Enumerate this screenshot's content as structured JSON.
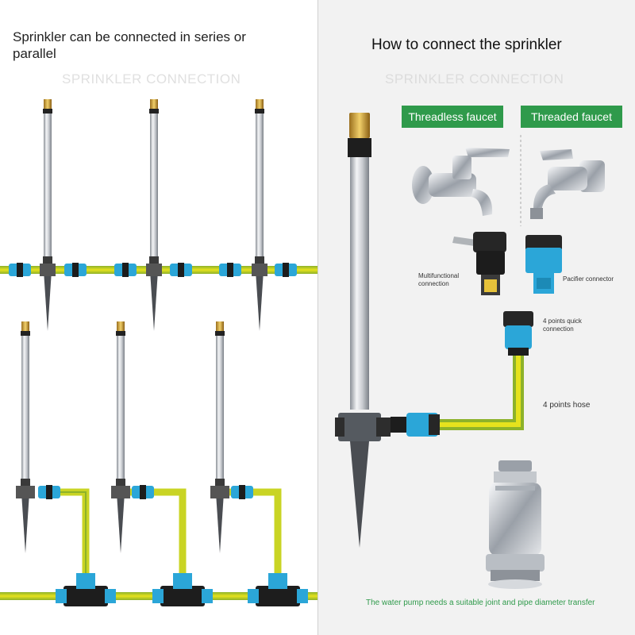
{
  "left": {
    "title": "Sprinkler can be connected in series or parallel",
    "watermark": "SPRINKLER CONNECTION"
  },
  "right": {
    "title": "How to connect the sprinkler",
    "watermark": "SPRINKLER CONNECTION",
    "threadless_label": "Threadless faucet",
    "threaded_label": "Threaded faucet",
    "multifunctional_caption": "Multifunctional connection",
    "pacifier_caption": "Pacifier connector",
    "quick_caption": "4 points quick connection",
    "hose_caption": "4 points hose",
    "pump_caption": "The water pump needs a suitable joint and pipe diameter transfer"
  },
  "colors": {
    "hose_green": "#a8c832",
    "hose_yellow": "#e8e020",
    "connector_blue": "#2ba6d8",
    "label_green": "#2f9a4b"
  }
}
